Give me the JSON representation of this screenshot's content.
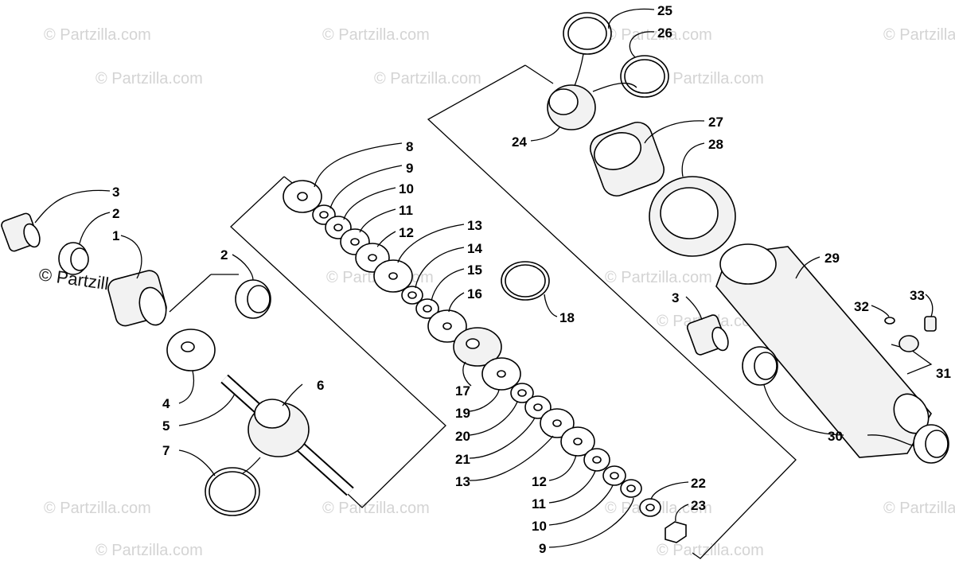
{
  "watermark": "© Partzilla.com",
  "callouts": {
    "c1": "1",
    "c2a": "2",
    "c2b": "2",
    "c3a": "3",
    "c3b": "3",
    "c4": "4",
    "c5": "5",
    "c6": "6",
    "c7": "7",
    "c8": "8",
    "c9a": "9",
    "c9b": "9",
    "c10a": "10",
    "c10b": "10",
    "c11a": "11",
    "c11b": "11",
    "c12a": "12",
    "c12b": "12",
    "c13a": "13",
    "c13b": "13",
    "c14": "14",
    "c15": "15",
    "c16": "16",
    "c17": "17",
    "c18": "18",
    "c19": "19",
    "c20": "20",
    "c21": "21",
    "c22": "22",
    "c23": "23",
    "c24": "24",
    "c25": "25",
    "c26": "26",
    "c27": "27",
    "c28": "28",
    "c29": "29",
    "c30": "30",
    "c31": "31",
    "c32": "32",
    "c33": "33"
  }
}
